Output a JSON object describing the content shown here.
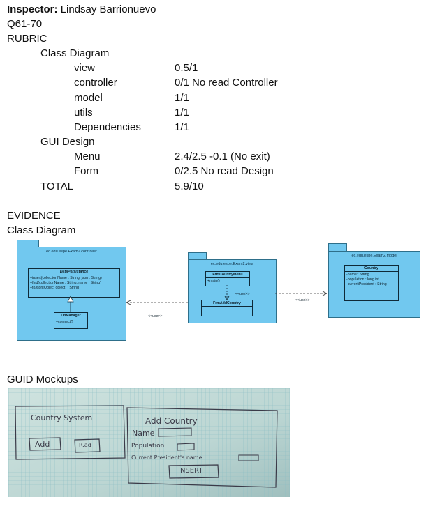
{
  "header": {
    "inspector_label": "Inspector:",
    "inspector_name": "Lindsay Barrionuevo",
    "question_range": "Q61-70",
    "rubric_title": "RUBRIC"
  },
  "rubric": {
    "class_diagram": {
      "title": "Class Diagram",
      "items": [
        {
          "label": "view",
          "score": "0.5/1"
        },
        {
          "label": "controller",
          "score": "0/1  No read Controller"
        },
        {
          "label": "model",
          "score": "1/1"
        },
        {
          "label": "utils",
          "score": "1/1"
        },
        {
          "label": "Dependencies",
          "score": "1/1"
        }
      ]
    },
    "gui_design": {
      "title": "GUI Design",
      "items": [
        {
          "label": "Menu",
          "score": "2.4/2.5 -0.1 (No exit)"
        },
        {
          "label": "Form",
          "score": "0/2.5 No read Design"
        }
      ]
    },
    "total": {
      "label": "TOTAL",
      "score": "5.9/10"
    }
  },
  "evidence": {
    "title": "EVIDENCE",
    "class_diagram_title": "Class Diagram",
    "mockups_title": "GUID Mockups"
  },
  "diagram": {
    "controller_pkg": {
      "name": "ec.edu.espe.Exam2.controller",
      "interface_name": "DataPersistance",
      "interface_methods": [
        "+insert(collectionName : String, json : String)",
        "+find(collectionName : String, name : String)",
        "+toJson(Object object) : String"
      ],
      "class_name": "DbManager",
      "class_methods": [
        "+connect()"
      ]
    },
    "view_pkg": {
      "name": "ec.edu.espe.Exam2.view",
      "menu_class": "FrmCountryMenu",
      "menu_methods": [
        "+main()"
      ],
      "form_class": "FrmAddCountry",
      "use_label_inner": "<<use>>"
    },
    "model_pkg": {
      "name": "ec.edu.espe.Exam2.model",
      "class_name": "Country",
      "attributes": [
        "-name : String",
        "-population : long int",
        "-currentPresident : String"
      ]
    },
    "use_label_left": "<<use>>",
    "use_label_right": "<<use>>",
    "colors": {
      "package_fill": "#71c8ef",
      "package_border": "#2e6f8a"
    }
  },
  "mockup": {
    "menu_title": "Country  System",
    "add_button": "Add",
    "read_button": "R.ad",
    "form_title": "Add  Country",
    "name_label": "Name",
    "population_label": "Population",
    "president_label": "Current  President's  name",
    "insert_button": "INSERT"
  }
}
